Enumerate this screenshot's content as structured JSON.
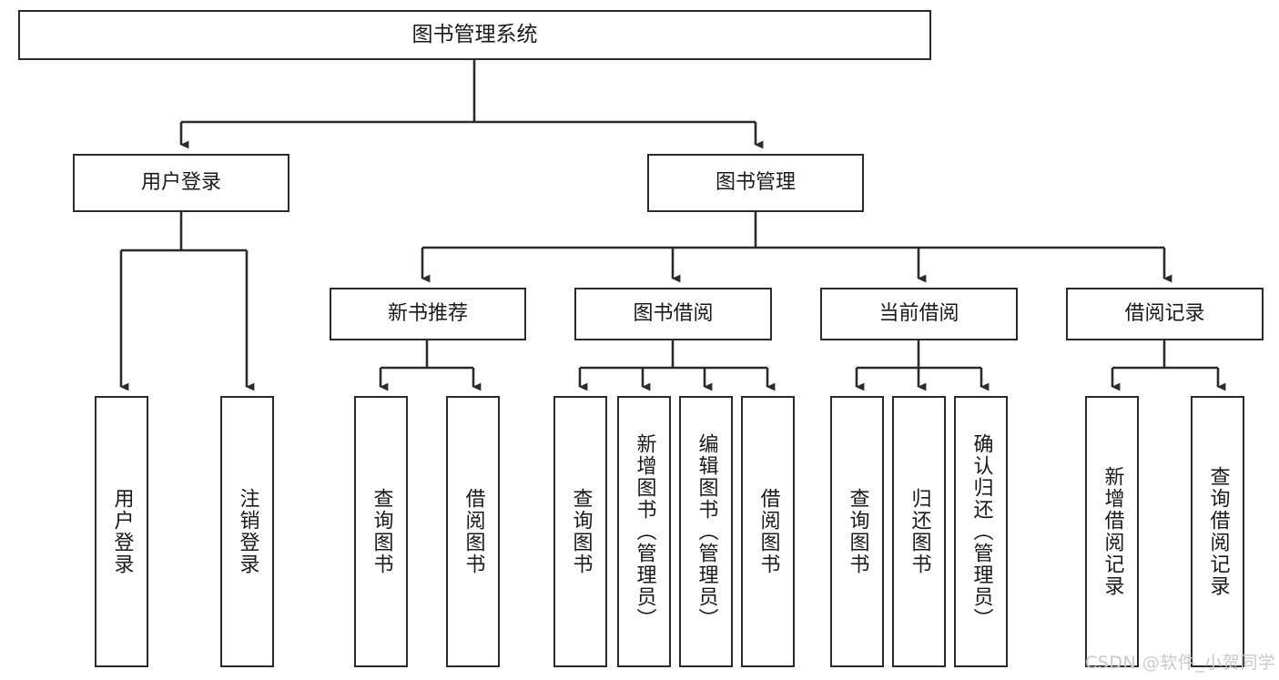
{
  "diagram": {
    "type": "tree-hierarchy-chart",
    "title": "图书管理系统",
    "line_color": "#2b2b2b",
    "box_fill": "#ffffff",
    "text_color": "#1a1a1a",
    "nodes": {
      "root": {
        "label": "图书管理系统"
      },
      "level2": [
        {
          "id": "user-login",
          "label": "用户登录"
        },
        {
          "id": "book-management",
          "label": "图书管理"
        }
      ],
      "level3": [
        {
          "id": "new-book-recommend",
          "label": "新书推荐"
        },
        {
          "id": "book-borrow",
          "label": "图书借阅"
        },
        {
          "id": "current-borrow",
          "label": "当前借阅"
        },
        {
          "id": "borrow-record",
          "label": "借阅记录"
        }
      ],
      "leaves": {
        "user_login": [
          {
            "id": "leaf-user-login",
            "label": "用户登录"
          },
          {
            "id": "leaf-logout-login",
            "label": "注销登录"
          }
        ],
        "new_book_recommend": [
          {
            "id": "leaf-query-book-1",
            "label": "查询图书"
          },
          {
            "id": "leaf-borrow-book-1",
            "label": "借阅图书"
          }
        ],
        "book_borrow": [
          {
            "id": "leaf-query-book-2",
            "label": "查询图书"
          },
          {
            "id": "leaf-add-book",
            "label": "新增图书（管理员）"
          },
          {
            "id": "leaf-edit-book",
            "label": "编辑图书（管理员）"
          },
          {
            "id": "leaf-borrow-book-2",
            "label": "借阅图书"
          }
        ],
        "current_borrow": [
          {
            "id": "leaf-query-book-3",
            "label": "查询图书"
          },
          {
            "id": "leaf-return-book",
            "label": "归还图书"
          },
          {
            "id": "leaf-confirm-return",
            "label": "确认归还（管理员）"
          }
        ],
        "borrow_record": [
          {
            "id": "leaf-add-borrow-record",
            "label": "新增借阅记录"
          },
          {
            "id": "leaf-query-borrow-record",
            "label": "查询借阅记录"
          }
        ]
      }
    }
  },
  "watermark": {
    "text": "CSDN @软件_小贺同学"
  }
}
